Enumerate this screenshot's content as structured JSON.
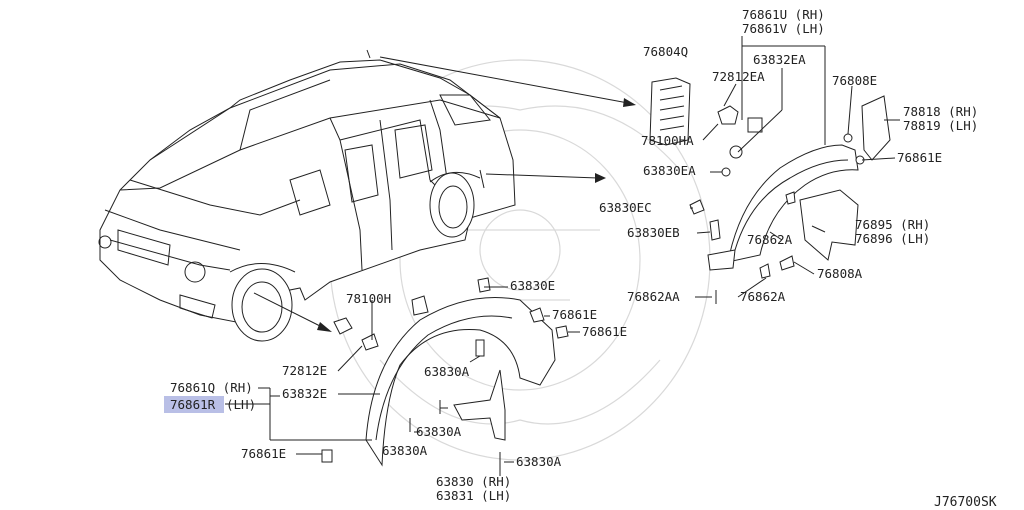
{
  "diagram_id": "J76700SK",
  "labels": {
    "rear_lamp_part": "76804Q",
    "rear_upper_rh": "76861U (RH)",
    "rear_upper_lh": "76861V (LH)",
    "rear_fender_seal": "63832EA",
    "rear_clip_72812": "72812EA",
    "rear_clip_76808e": "76808E",
    "rear_flap_rh": "78818 (RH)",
    "rear_flap_lh": "78819 (LH)",
    "rear_clip_78100": "78100HA",
    "rear_clip_76861e": "76861E",
    "rear_clip_63830ea": "63830EA",
    "rear_mud_rh": "76895 (RH)",
    "rear_mud_lh": "76896 (LH)",
    "rear_clip_63830ec": "63830EC",
    "rear_clip_63830eb": "63830EB",
    "rear_clip_76862a_upper": "76862A",
    "rear_clip_76808a": "76808A",
    "rear_clip_76862aa": "76862AA",
    "rear_clip_76862a_lower": "76862A",
    "front_clip_78100h": "78100H",
    "front_clip_63830e": "63830E",
    "front_clip_76861e_1": "76861E",
    "front_clip_76861e_2": "76861E",
    "front_clip_72812e": "72812E",
    "front_clip_63830a_1": "63830A",
    "front_upper_rh": "76861Q (RH)",
    "front_seal": "63832E",
    "front_upper_lh_code": "76861R",
    "front_upper_lh_side": "(LH)",
    "front_clip_63830a_2": "63830A",
    "front_clip_76861e_3": "76861E",
    "front_clip_63830a_3": "63830A",
    "front_clip_63830a_4": "63830A",
    "front_mud_rh": "63830 (RH)",
    "front_mud_lh": "63831 (LH)"
  },
  "colors": {
    "highlight": "#b9bfe6",
    "ink": "#222222"
  }
}
